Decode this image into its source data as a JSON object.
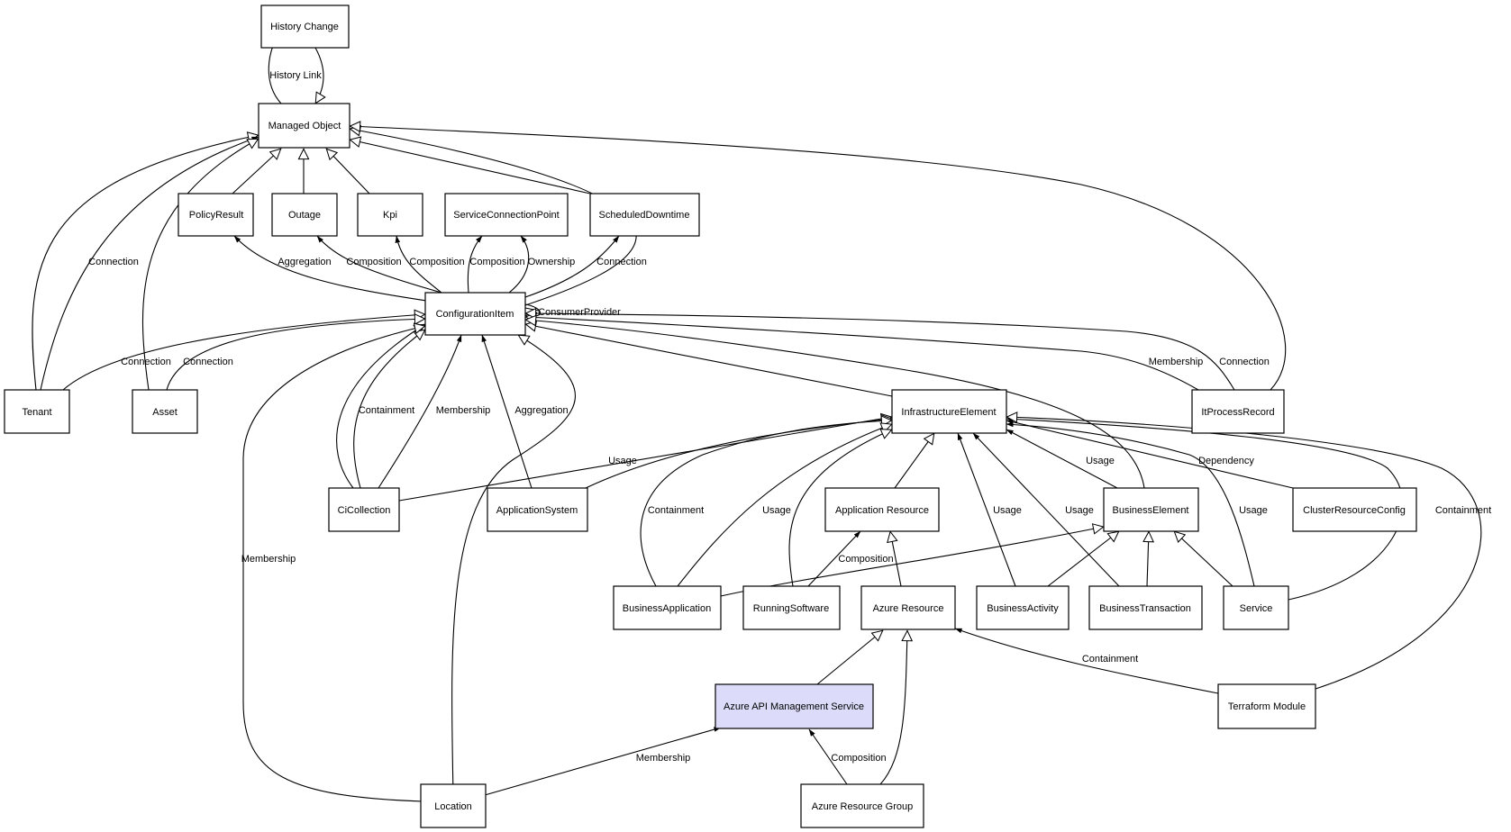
{
  "nodes": {
    "history_change": "History Change",
    "managed_object": "Managed Object",
    "policy_result": "PolicyResult",
    "outage": "Outage",
    "kpi": "Kpi",
    "service_connection_point": "ServiceConnectionPoint",
    "scheduled_downtime": "ScheduledDowntime",
    "configuration_item": "ConfigurationItem",
    "tenant": "Tenant",
    "asset": "Asset",
    "infrastructure_element": "InfrastructureElement",
    "it_process_record": "ItProcessRecord",
    "ci_collection": "CiCollection",
    "application_system": "ApplicationSystem",
    "application_resource": "Application Resource",
    "business_element": "BusinessElement",
    "cluster_resource_config": "ClusterResourceConfig",
    "business_application": "BusinessApplication",
    "running_software": "RunningSoftware",
    "azure_resource": "Azure Resource",
    "business_activity": "BusinessActivity",
    "business_transaction": "BusinessTransaction",
    "service": "Service",
    "azure_api_management_service": "Azure API Management Service",
    "terraform_module": "Terraform Module",
    "location": "Location",
    "azure_resource_group": "Azure Resource Group"
  },
  "edge_labels": {
    "history_link": "History Link",
    "tenant_connection_mo": "Connection",
    "aggregation_policy": "Aggregation",
    "composition_outage": "Composition",
    "composition_kpi": "Composition",
    "composition_scp": "Composition",
    "ownership_scp": "Ownership",
    "connection_sd": "Connection",
    "consumer_provider": "ConsumerProvider",
    "tenant_connection_ci": "Connection",
    "asset_connection_ci": "Connection",
    "membership_itpr": "Membership",
    "connection_itpr": "Connection",
    "containment_cicoll": "Containment",
    "membership_cicoll": "Membership",
    "aggregation_appsys": "Aggregation",
    "membership_location": "Membership",
    "usage_cicoll_ie": "Usage",
    "usage_be_ie": "Usage",
    "dependency_crc": "Dependency",
    "containment_ba_ie": "Containment",
    "usage_ba_ie": "Usage",
    "usage_bact_ie": "Usage",
    "usage_bt_ie": "Usage",
    "usage_service_ie": "Usage",
    "containment_service_ie": "Containment",
    "composition_rs_ar": "Composition",
    "containment_tm_azr": "Containment",
    "membership_loc_apim": "Membership",
    "composition_arg_apim": "Composition"
  },
  "colors": {
    "highlight_fill": "#dcdcfa",
    "stroke": "#000000",
    "background": "#ffffff"
  }
}
